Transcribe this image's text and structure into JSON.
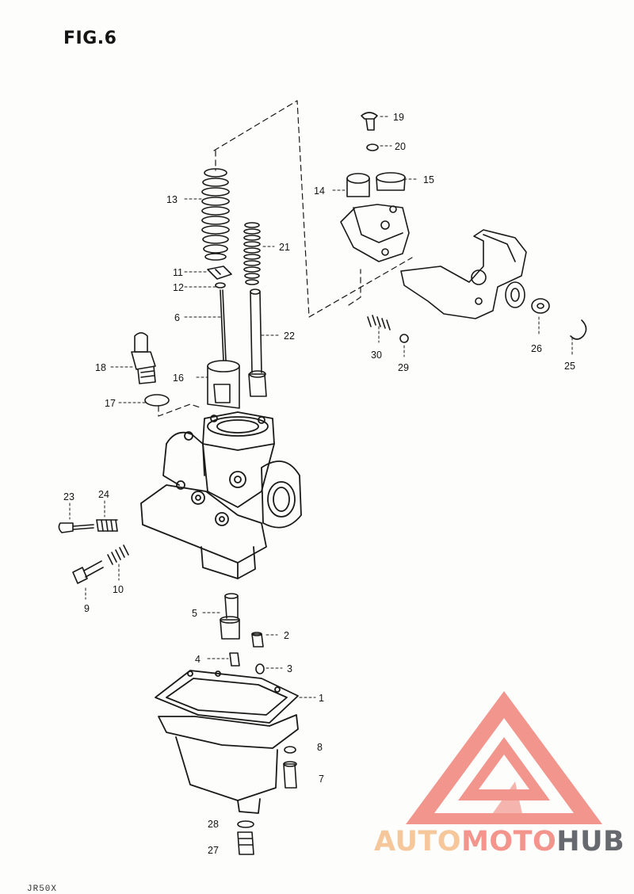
{
  "figure": {
    "title": "FIG.6",
    "footer_code": "JR50X"
  },
  "watermark": {
    "words": [
      "AUTO",
      "MOTO",
      "HUB"
    ],
    "colors": {
      "auto": "#f6c79a",
      "moto": "#f3958d",
      "hub": "#666a6e",
      "logo": "#f0837a"
    }
  },
  "callouts": [
    {
      "id": "c1",
      "label": "1"
    },
    {
      "id": "c2",
      "label": "2"
    },
    {
      "id": "c3",
      "label": "3"
    },
    {
      "id": "c4",
      "label": "4"
    },
    {
      "id": "c5",
      "label": "5"
    },
    {
      "id": "c6",
      "label": "6"
    },
    {
      "id": "c7",
      "label": "7"
    },
    {
      "id": "c8",
      "label": "8"
    },
    {
      "id": "c9",
      "label": "9"
    },
    {
      "id": "c10",
      "label": "10"
    },
    {
      "id": "c11",
      "label": "11"
    },
    {
      "id": "c12",
      "label": "12"
    },
    {
      "id": "c13",
      "label": "13"
    },
    {
      "id": "c14",
      "label": "14"
    },
    {
      "id": "c15",
      "label": "15"
    },
    {
      "id": "c16",
      "label": "16"
    },
    {
      "id": "c17",
      "label": "17"
    },
    {
      "id": "c18",
      "label": "18"
    },
    {
      "id": "c19",
      "label": "19"
    },
    {
      "id": "c20",
      "label": "20"
    },
    {
      "id": "c21",
      "label": "21"
    },
    {
      "id": "c22",
      "label": "22"
    },
    {
      "id": "c23",
      "label": "23"
    },
    {
      "id": "c24",
      "label": "24"
    },
    {
      "id": "c25",
      "label": "25"
    },
    {
      "id": "c26",
      "label": "26"
    },
    {
      "id": "c27",
      "label": "27"
    },
    {
      "id": "c28",
      "label": "28"
    },
    {
      "id": "c29",
      "label": "29"
    },
    {
      "id": "c30",
      "label": "30"
    }
  ]
}
